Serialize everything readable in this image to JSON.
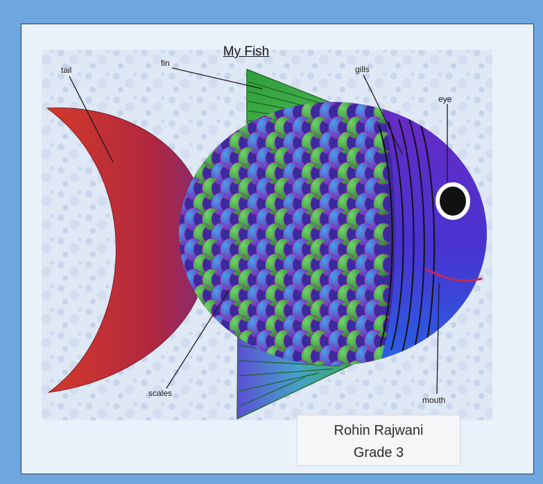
{
  "poster": {
    "title": "My Fish",
    "labels": {
      "tail": "tail",
      "fin": "fin",
      "gills": "gills",
      "eye": "eye",
      "scales": "scales",
      "mouth": "mouth"
    },
    "author": {
      "name": "Rohin Rajwani",
      "grade": "Grade 3"
    }
  },
  "colors": {
    "frame": "#6ea6e0",
    "tail": "#c63d2f",
    "fin": "#3aa84a",
    "body_purple": "#6c2cc4",
    "body_blue": "#2d5be0",
    "eye": "#111111",
    "mouth": "#c42a5a"
  }
}
